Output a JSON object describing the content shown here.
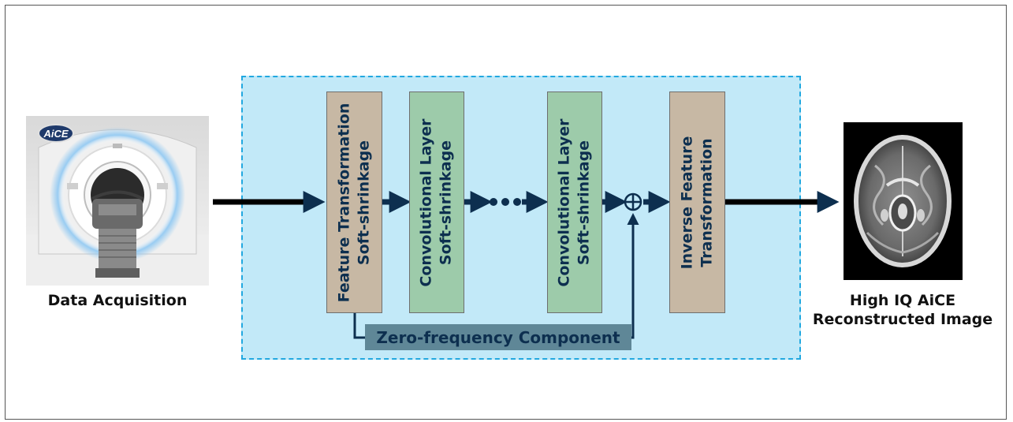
{
  "captions": {
    "input": "Data Acquisition",
    "output_line1": "High IQ AiCE",
    "output_line2": "Reconstructed Image"
  },
  "scanner_logo": "AiCE",
  "blocks": [
    {
      "line1": "Feature Transformation",
      "line2": "Soft-shrinkage"
    },
    {
      "line1": "Convolutional Layer",
      "line2": "Soft-shrinkage"
    },
    {
      "line1": "Convolutional Layer",
      "line2": "Soft-shrinkage"
    },
    {
      "line1": "Inverse Feature",
      "line2": "Transformation"
    }
  ],
  "zero_component": "Zero-frequency Component",
  "colors": {
    "panel_fill": "#c2e9f8",
    "panel_border": "#21a8e0",
    "tan_block": "#c7b8a4",
    "green_block": "#9dcbaa",
    "zero_box": "#5f8797",
    "arrow": "#0d2f4f"
  }
}
